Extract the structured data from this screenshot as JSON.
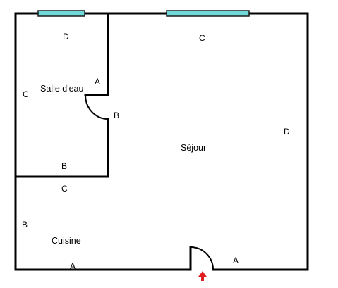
{
  "rooms": {
    "salle_deau": "Salle d'eau",
    "sejour": "Séjour",
    "cuisine": "Cuisine"
  },
  "wall_labels": {
    "bath_top": "D",
    "bath_left": "C",
    "bath_door_upper": "A",
    "bath_door_side": "B",
    "bath_bottom": "B",
    "living_top": "C",
    "living_right": "D",
    "living_bottom": "A",
    "kitchen_top": "C",
    "kitchen_left": "B",
    "kitchen_bottom": "A"
  },
  "colors": {
    "window": "#6fd9d9",
    "entrance_arrow": "#e02020",
    "wall": "#000000"
  },
  "icons": {
    "entrance": "entrance-arrow-icon"
  }
}
